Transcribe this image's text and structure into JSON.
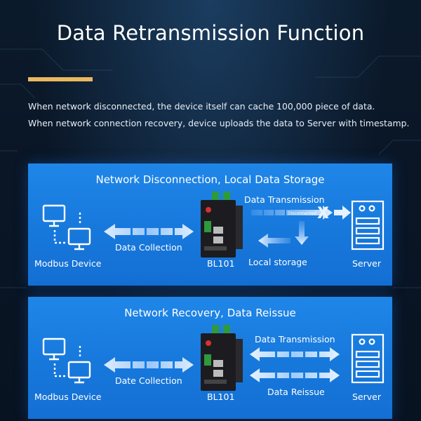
{
  "header": {
    "title": "Data Retransmission Function",
    "accent_color": "#e9b85f"
  },
  "description": {
    "line1": "When network disconnected, the device itself can cache 100,000 piece of data.",
    "line2": "When network connection recovery, device uploads the data to Server with timestamp."
  },
  "panel_disconnect": {
    "title": "Network Disconnection, Local Data Storage",
    "device_label": "Modbus Device",
    "collection_label": "Data Collection",
    "gateway_label": "BL101",
    "transmission_label": "Data Transmission",
    "status_label": "Disconnected",
    "storage_label": "Local storage",
    "server_label": "Server",
    "fail_mark": "X"
  },
  "panel_recovery": {
    "title": "Network Recovery, Data Reissue",
    "device_label": "Modbus Device",
    "collection_label": "Date Collection",
    "gateway_label": "BL101",
    "transmission_label": "Data Transmission",
    "reissue_label": "Data Reissue",
    "server_label": "Server"
  },
  "colors": {
    "panel": "#1a7fe2",
    "arrow": "#cfe6ff"
  }
}
